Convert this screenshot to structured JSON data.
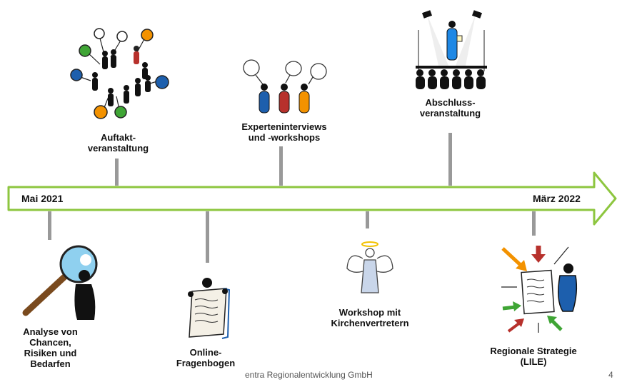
{
  "timeline": {
    "start_label": "Mai 2021",
    "end_label": "März 2022",
    "arrow_color": "#8dc63f"
  },
  "events_above": [
    {
      "label": "Auftakt-\nveranstaltung"
    },
    {
      "label": "Experteninterviews\nund -workshops"
    },
    {
      "label": "Abschluss-\nveranstaltung"
    }
  ],
  "events_below": [
    {
      "label": "Analyse von\nChancen,\nRisiken und\nBedarfen"
    },
    {
      "label": "Online-\nFragenbogen"
    },
    {
      "label": "Workshop mit\nKirchenvertretern"
    },
    {
      "label": "Regionale Strategie\n(LILE)"
    }
  ],
  "footer": {
    "company": "entra Regionalentwicklung GmbH",
    "page_number": "4"
  }
}
